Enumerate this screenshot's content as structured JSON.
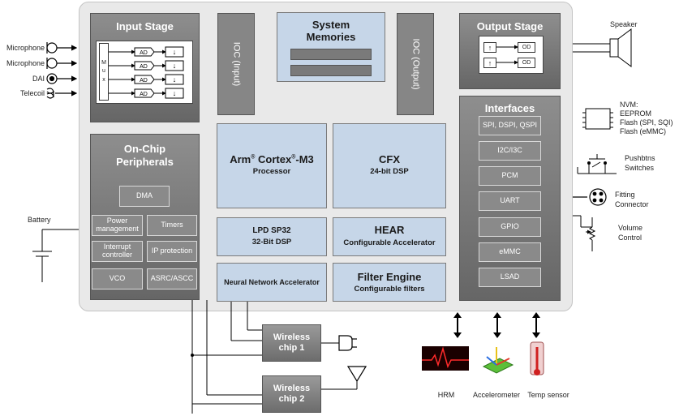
{
  "input_stage": {
    "title": "Input Stage",
    "mux_letters": [
      "M",
      "u",
      "x"
    ],
    "ad_label": "AD",
    "inputs": [
      "Microphone",
      "Microphone",
      "DAI",
      "Telecoil"
    ]
  },
  "ioc_input": "IOC (Input)",
  "ioc_output": "IOC (Output)",
  "system_memories": {
    "title": "System Memories"
  },
  "output_stage": {
    "title": "Output Stage",
    "od_label": "OD",
    "speaker_label": "Speaker"
  },
  "arm": {
    "title_prefix": "Arm",
    "title_mid": " Cortex",
    "title_suffix": "-M3",
    "reg": "®",
    "subtitle": "Processor"
  },
  "cfx": {
    "title": "CFX",
    "subtitle": "24-bit DSP"
  },
  "lpdsp": {
    "title": "LPD SP32",
    "subtitle": "32-Bit DSP"
  },
  "hear": {
    "title": "HEAR",
    "subtitle": "Configurable Accelerator"
  },
  "nna": {
    "title": "Neural Network Accelerator"
  },
  "filter_engine": {
    "title": "Filter Engine",
    "subtitle": "Configurable filters"
  },
  "peripherals": {
    "title_line1": "On-Chip",
    "title_line2": "Peripherals",
    "dma": "DMA",
    "power_management": "Power management",
    "timers": "Timers",
    "interrupt_controller": "Interrupt controller",
    "ip_protection": "IP protection",
    "vco": "VCO",
    "asrc": "ASRC/ASCC"
  },
  "interfaces": {
    "title": "Interfaces",
    "items": [
      "SPI, DSPI, QSPI",
      "I2C/I3C",
      "PCM",
      "UART",
      "GPIO",
      "eMMC",
      "LSAD"
    ]
  },
  "external": {
    "battery": "Battery",
    "nvm": [
      "NVM:",
      "EEPROM",
      "Flash (SPI, SQI)",
      "Flash (eMMC)"
    ],
    "pushbtns": [
      "Pushbtns",
      "Switches"
    ],
    "fitting": [
      "Fitting",
      "Connector"
    ],
    "volume": [
      "Volume",
      "Control"
    ],
    "wireless1": [
      "Wireless",
      "chip 1"
    ],
    "wireless2": [
      "Wireless",
      "chip 2"
    ],
    "sensors": [
      "HRM",
      "Accelerometer",
      "Temp sensor"
    ]
  }
}
